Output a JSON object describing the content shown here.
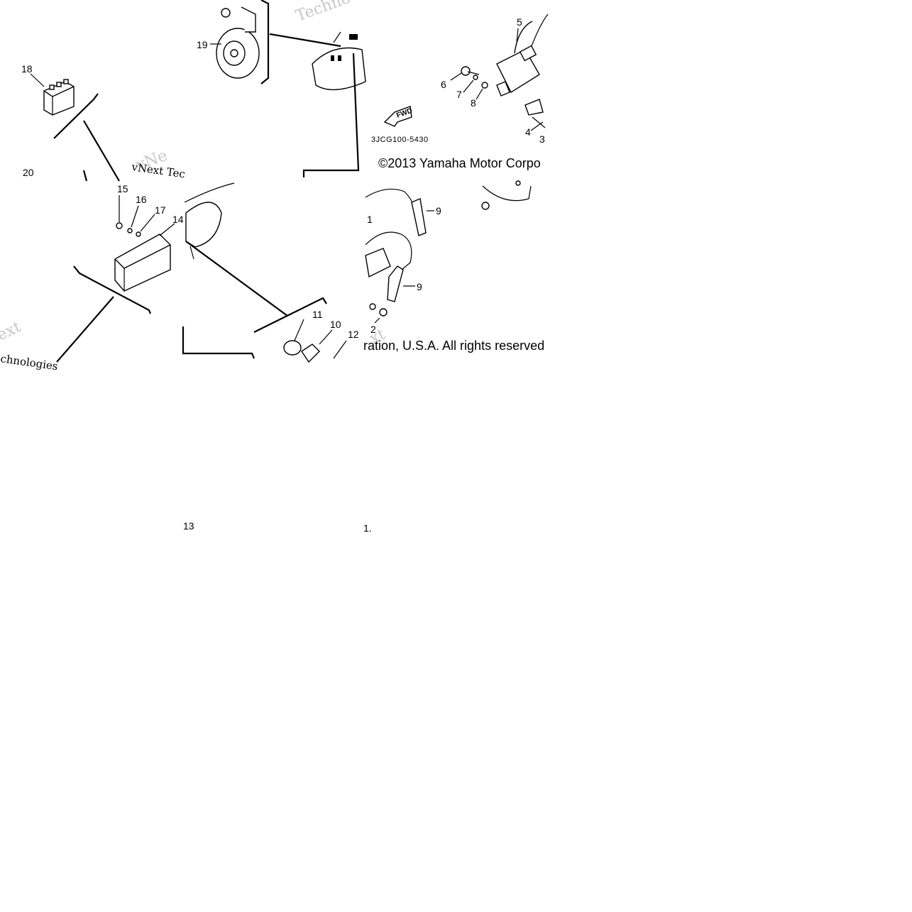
{
  "diagram": {
    "part_numbers": {
      "p1": "1",
      "p2": "2",
      "p3": "3",
      "p4": "4",
      "p5": "5",
      "p6": "6",
      "p7": "7",
      "p8": "8",
      "p9a": "9",
      "p9b": "9",
      "p10": "10",
      "p11": "11",
      "p12": "12",
      "p13": "13",
      "p14": "14",
      "p15": "15",
      "p16": "16",
      "p17": "17",
      "p18": "18",
      "p19": "19",
      "p20": "20",
      "p1b": "1."
    },
    "fwd_label": "FWD",
    "drawing_code": "3JCG100-5430",
    "copyright_part1": "©2013 Yamaha Motor Corpo",
    "copyright_part2": "ration, U.S.A. All rights reserved",
    "watermarks": {
      "w1": "vNext Tec",
      "w2": "Techno",
      "w3": "ext",
      "w4": "chnologies",
      "w5": "xt",
      "w6": "vNe"
    }
  }
}
